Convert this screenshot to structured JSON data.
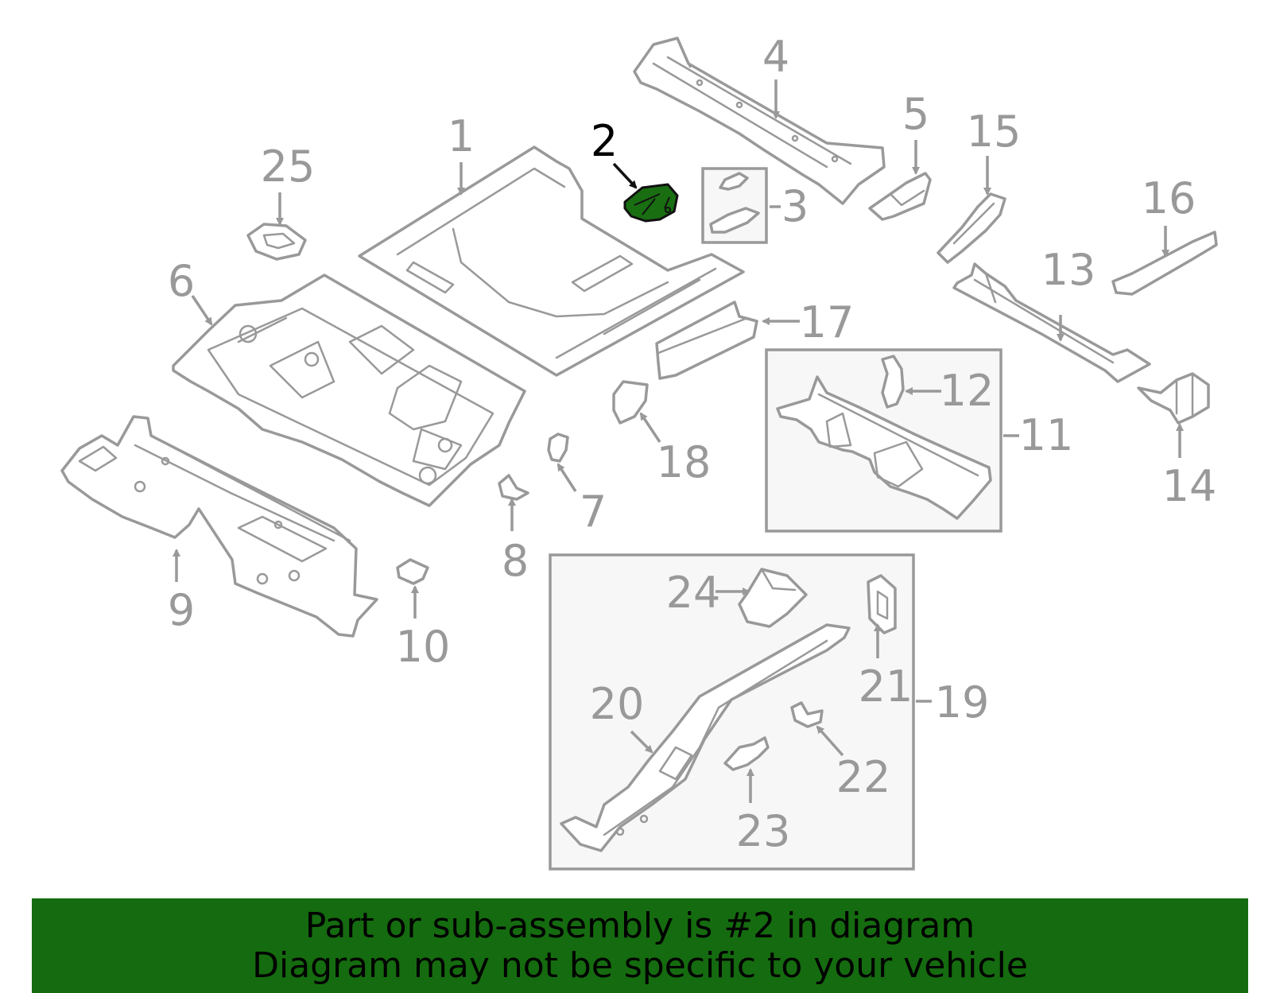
{
  "diagram": {
    "selected_part": "2",
    "highlight_color": "#1a6e12",
    "callouts": {
      "c1": "1",
      "c2": "2",
      "c3": "3",
      "c4": "4",
      "c5": "5",
      "c6": "6",
      "c7": "7",
      "c8": "8",
      "c9": "9",
      "c10": "10",
      "c11": "11",
      "c12": "12",
      "c13": "13",
      "c14": "14",
      "c15": "15",
      "c16": "16",
      "c17": "17",
      "c18": "18",
      "c19": "19",
      "c20": "20",
      "c21": "21",
      "c22": "22",
      "c23": "23",
      "c24": "24",
      "c25": "25"
    }
  },
  "banner": {
    "line1": "Part or sub-assembly is #2 in diagram",
    "line2": "Diagram may not be specific to your vehicle",
    "color": "#156b0f"
  }
}
